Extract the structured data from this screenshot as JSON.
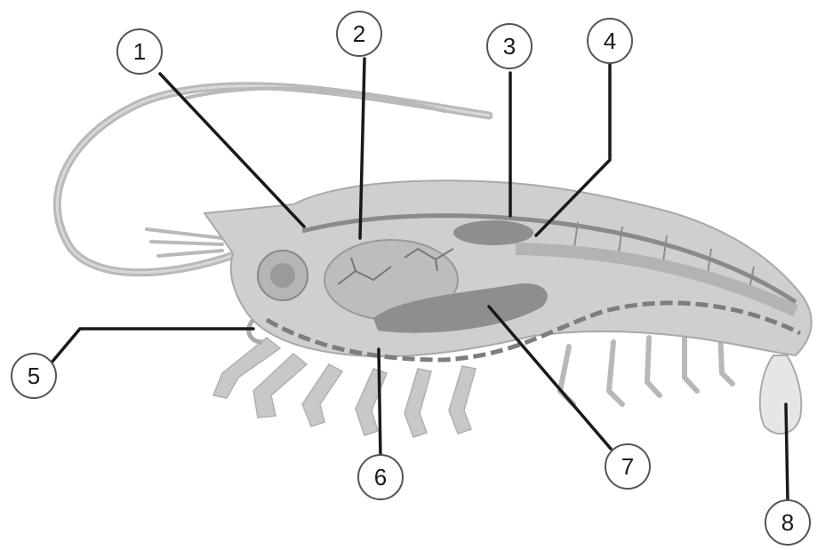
{
  "diagram": {
    "subject": "shrimp-internal-anatomy",
    "colors": {
      "body_fill": "#cfcfcf",
      "body_dark": "#a9a9a9",
      "organ_dark": "#8e8e8e",
      "line": "#1a1a1a"
    },
    "callouts": [
      {
        "id": "c1",
        "number": "1"
      },
      {
        "id": "c2",
        "number": "2"
      },
      {
        "id": "c3",
        "number": "3"
      },
      {
        "id": "c4",
        "number": "4"
      },
      {
        "id": "c5",
        "number": "5"
      },
      {
        "id": "c6",
        "number": "6"
      },
      {
        "id": "c7",
        "number": "7"
      },
      {
        "id": "c8",
        "number": "8"
      }
    ]
  }
}
